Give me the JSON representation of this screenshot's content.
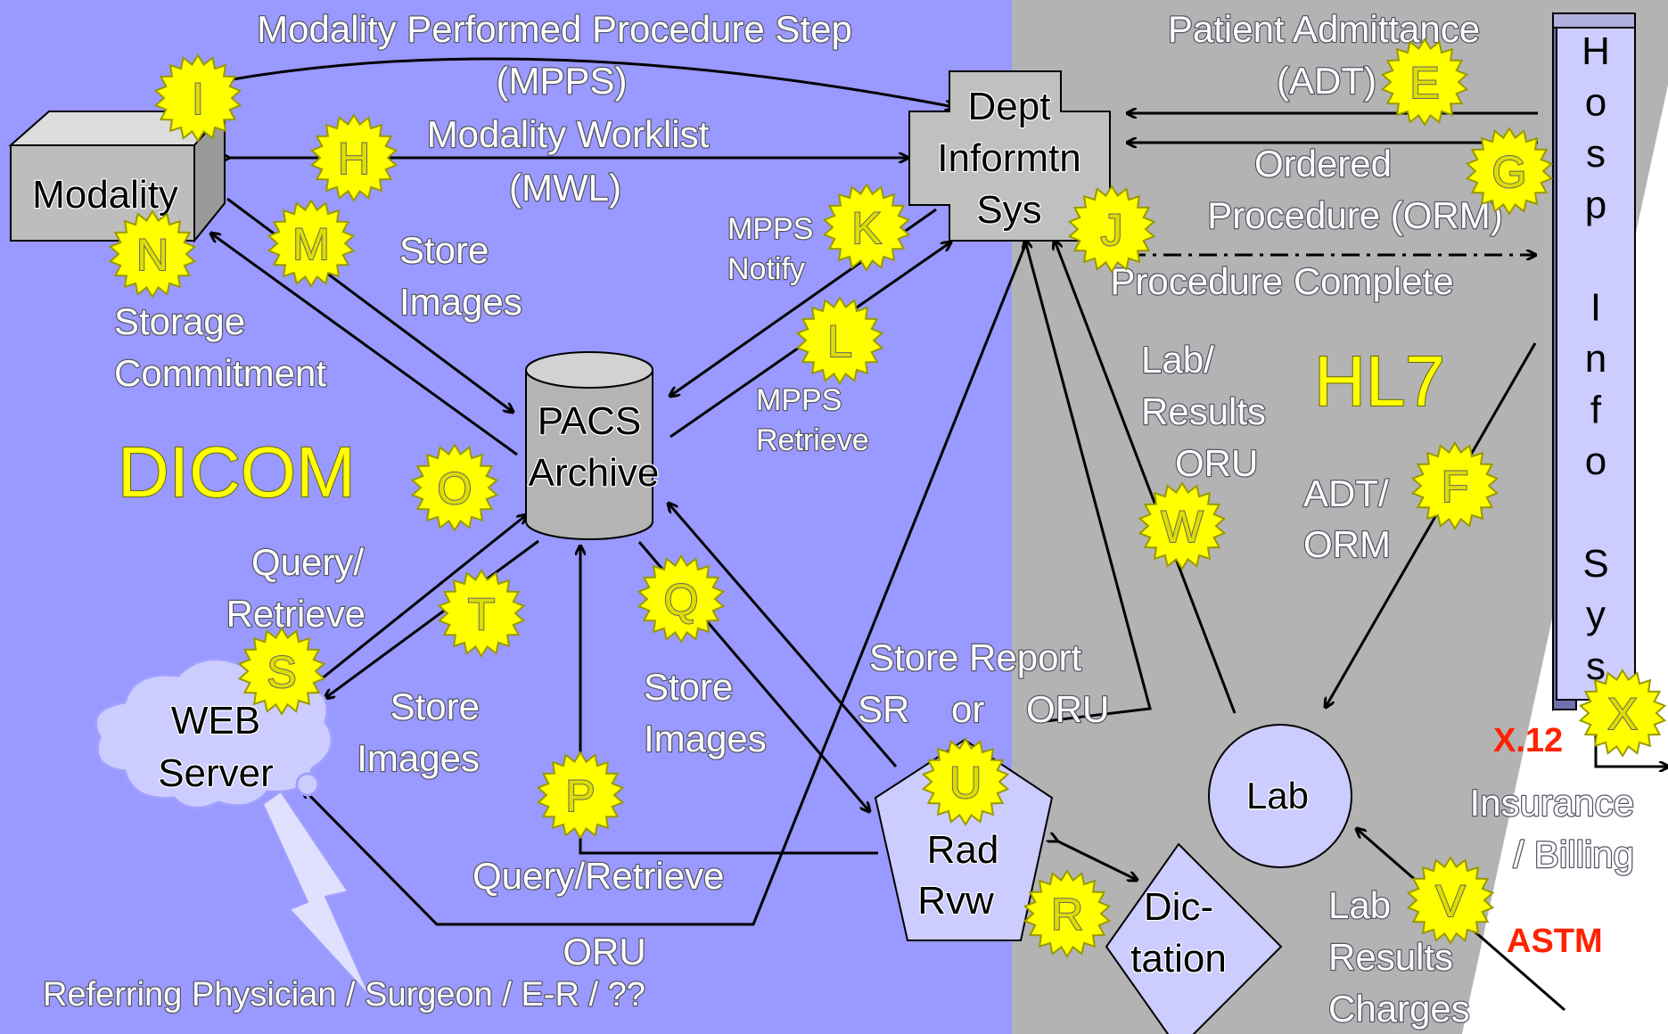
{
  "regions": {
    "left_bg": "#9999ff",
    "right_bg": "#b3b3b3",
    "dicom_label": "DICOM",
    "hl7_label": "HL7"
  },
  "nodes": {
    "modality": "Modality",
    "dept_line1": "Dept",
    "dept_line2": "Informtn",
    "dept_line3": "Sys",
    "pacs_line1": "PACS",
    "pacs_line2": "Archive",
    "web_line1": "WEB",
    "web_line2": "Server",
    "rad_line1": "Rad",
    "rad_line2": "Rvw",
    "dictation_line1": "Dic-",
    "dictation_line2": "tation",
    "lab": "Lab",
    "hosp_letters": [
      "H",
      "o",
      "s",
      "p",
      "",
      "I",
      "n",
      "f",
      "o",
      "",
      "S",
      "y",
      "s"
    ]
  },
  "labels": {
    "mpps_line1": "Modality Performed Procedure Step",
    "mpps_line2": "(MPPS)",
    "mwl_line1": "Modality Worklist",
    "mwl_line2": "(MWL)",
    "adt_line1": "Patient Admittance",
    "adt_line2": "(ADT)",
    "orm_line1": "Ordered",
    "orm_line2": "Procedure (ORM)",
    "proc_complete": "Procedure Complete",
    "store_images_top_1": "Store",
    "store_images_top_2": "Images",
    "storage_commit_1": "Storage",
    "storage_commit_2": "Commitment",
    "mpps_notify_1": "MPPS",
    "mpps_notify_2": "Notify",
    "mpps_retrieve_1": "MPPS",
    "mpps_retrieve_2": "Retrieve",
    "lab_results_1": "Lab/",
    "lab_results_2": "Results",
    "lab_results_3": "ORU",
    "adt_orm_1": "ADT/",
    "adt_orm_2": "ORM",
    "query_retrieve_1": "Query/",
    "query_retrieve_2": "Retrieve",
    "store_images_web_1": "Store",
    "store_images_web_2": "Images",
    "store_images_rad_1": "Store",
    "store_images_rad_2": "Images",
    "store_report_1": "Store Report",
    "store_report_2": "SR    or    ORU",
    "query_retrieve_bottom": "Query/Retrieve",
    "oru_bottom": "ORU",
    "referring": "Referring Physician / Surgeon / E-R / ??",
    "x12": "X.12",
    "astm": "ASTM",
    "insurance_1": "Insurance",
    "insurance_2": "/ Billing",
    "lab_charges_1": "Lab",
    "lab_charges_2": "Results",
    "lab_charges_3": "Charges"
  },
  "markers": [
    "I",
    "H",
    "M",
    "N",
    "K",
    "L",
    "O",
    "E",
    "G",
    "J",
    "F",
    "W",
    "T",
    "S",
    "Q",
    "P",
    "U",
    "R",
    "X",
    "V"
  ]
}
